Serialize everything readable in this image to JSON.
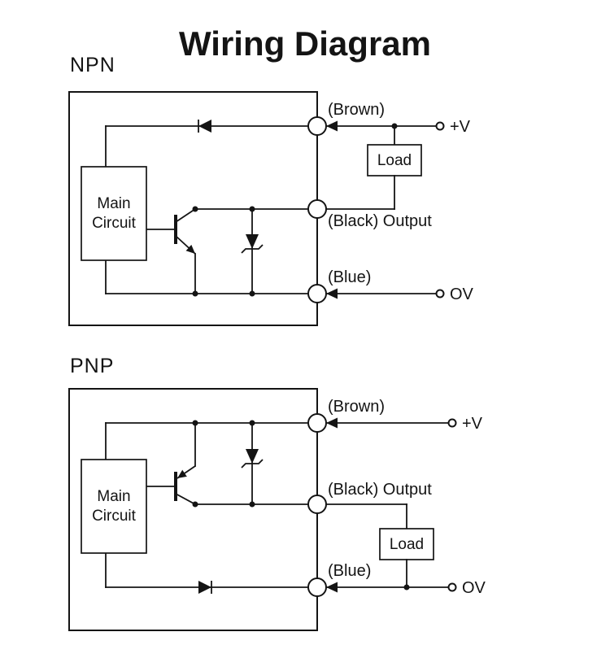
{
  "title": "Wiring Diagram",
  "colors": {
    "title_blue": "#1c3ac2",
    "wire": "#141414"
  },
  "npn": {
    "heading": "NPN",
    "main_circuit_line1": "Main",
    "main_circuit_line2": "Circuit",
    "load_label": "Load",
    "wire_brown": "(Brown)",
    "wire_black": "(Black) Output",
    "wire_blue": "(Blue)",
    "supply_pos": "+V",
    "supply_zero": "OV"
  },
  "pnp": {
    "heading": "PNP",
    "main_circuit_line1": "Main",
    "main_circuit_line2": "Circuit",
    "load_label": "Load",
    "wire_brown": "(Brown)",
    "wire_black": "(Black) Output",
    "wire_blue": "(Blue)",
    "supply_pos": "+V",
    "supply_zero": "OV"
  }
}
